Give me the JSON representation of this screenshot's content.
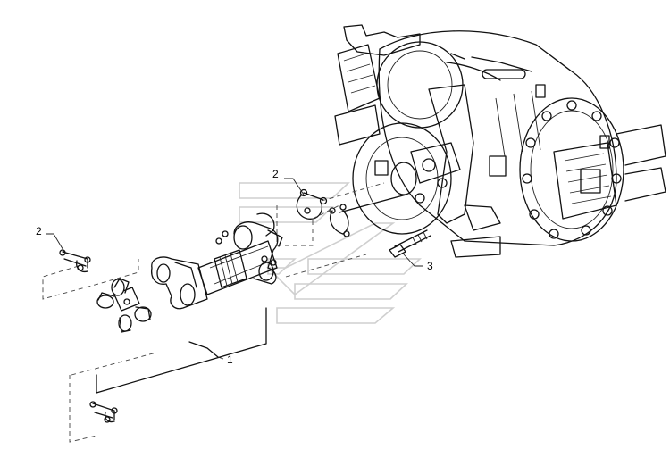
{
  "callouts": {
    "drive_shaft": "1",
    "clamp_upper": "2",
    "clamp_left": "2",
    "bolt": "3"
  },
  "icons": {
    "watermark": "stylized-chevron-logo",
    "axle": "axle-housing-drawing",
    "shaft": "propeller-shaft-drawing",
    "cross": "universal-joint-cross-drawing",
    "clamp": "u-bolt-clamp-drawing",
    "bolt": "hex-bolt-drawing"
  }
}
